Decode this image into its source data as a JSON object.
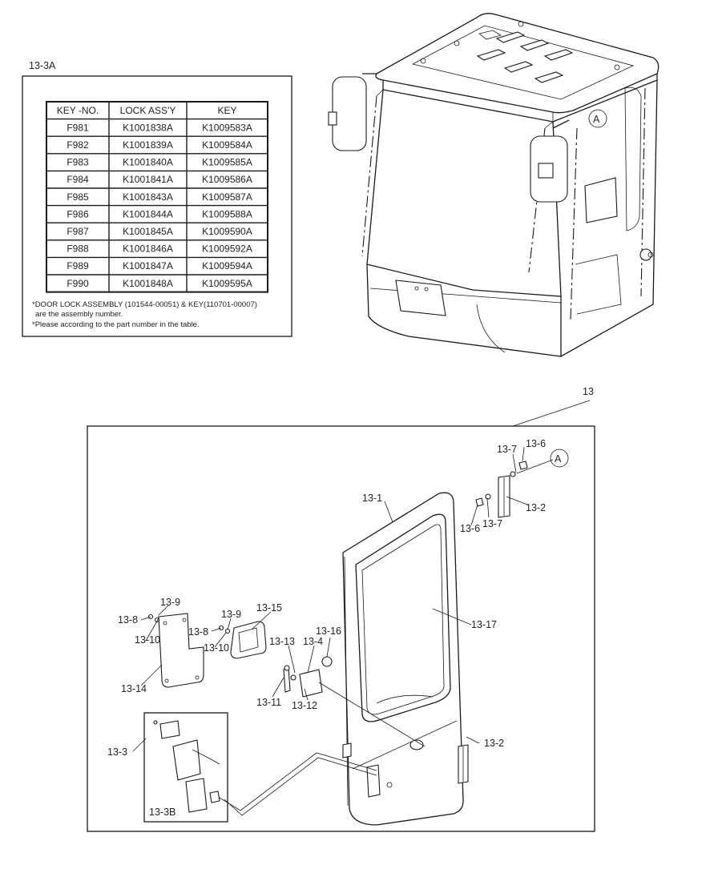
{
  "inset_label": "13-3A",
  "table": {
    "headers": [
      "KEY -NO.",
      "LOCK ASS'Y",
      "KEY"
    ],
    "rows": [
      [
        "F981",
        "K1001838A",
        "K1009583A"
      ],
      [
        "F982",
        "K1001839A",
        "K1009584A"
      ],
      [
        "F983",
        "K1001840A",
        "K1009585A"
      ],
      [
        "F984",
        "K1001841A",
        "K1009586A"
      ],
      [
        "F985",
        "K1001843A",
        "K1009587A"
      ],
      [
        "F986",
        "K1001844A",
        "K1009588A"
      ],
      [
        "F987",
        "K1001845A",
        "K1009590A"
      ],
      [
        "F988",
        "K1001846A",
        "K1009592A"
      ],
      [
        "F989",
        "K1001847A",
        "K1009594A"
      ],
      [
        "F990",
        "K1001848A",
        "K1009595A"
      ]
    ]
  },
  "notes": [
    "*DOOR LOCK ASSEMBLY (101544-00051) & KEY(110701-00007)",
    "are the assembly number.",
    "*Please according to the part number in the table."
  ],
  "callouts": {
    "detail_a": "A",
    "assembly": "13",
    "p13_1": "13-1",
    "p13_2": "13-2",
    "p13_3": "13-3",
    "p13_3b": "13-3B",
    "p13_4": "13-4",
    "p13_6": "13-6",
    "p13_7": "13-7",
    "p13_8": "13-8",
    "p13_9": "13-9",
    "p13_10": "13-10",
    "p13_11": "13-11",
    "p13_12": "13-12",
    "p13_13": "13-13",
    "p13_14": "13-14",
    "p13_15": "13-15",
    "p13_16": "13-16",
    "p13_17": "13-17"
  }
}
